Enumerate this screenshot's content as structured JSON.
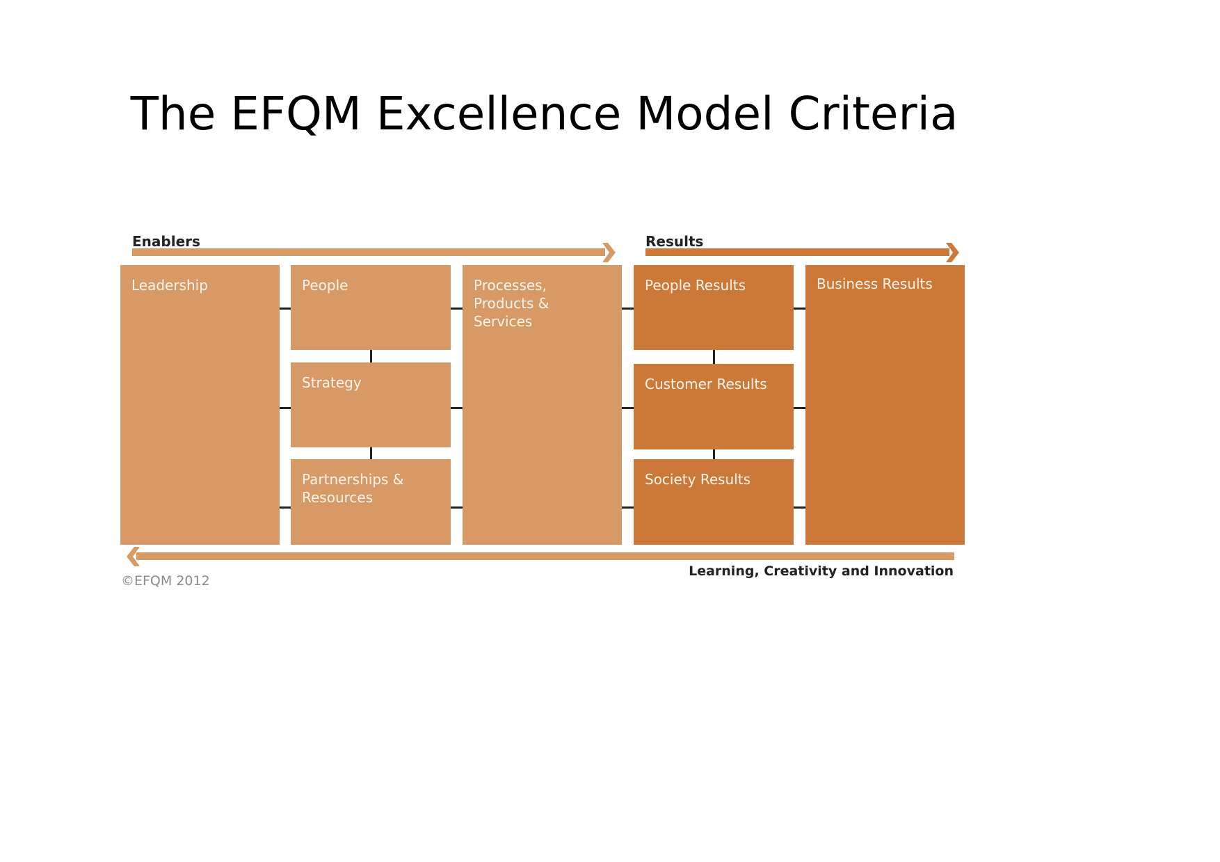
{
  "title": "The EFQM Excellence Model Criteria",
  "colors": {
    "enabler": "#d79a66",
    "result": "#cc7839",
    "connector": "#222222",
    "box_text": "#fff5ea"
  },
  "enablers": {
    "label": "Enablers",
    "boxes": [
      {
        "id": "leadership",
        "label": "Leadership"
      },
      {
        "id": "people",
        "label": "People"
      },
      {
        "id": "strategy",
        "label": "Strategy"
      },
      {
        "id": "partnerships",
        "label": "Partnerships & Resources"
      },
      {
        "id": "processes",
        "label": "Processes, Products & Services"
      }
    ]
  },
  "results": {
    "label": "Results",
    "boxes": [
      {
        "id": "people-results",
        "label": "People Results"
      },
      {
        "id": "customer-results",
        "label": "Customer Results"
      },
      {
        "id": "society-results",
        "label": "Society Results"
      },
      {
        "id": "business-results",
        "label": "Business Results"
      }
    ]
  },
  "feedback_arrow": {
    "label": "Learning, Creativity and Innovation"
  },
  "copyright": "©EFQM 2012"
}
